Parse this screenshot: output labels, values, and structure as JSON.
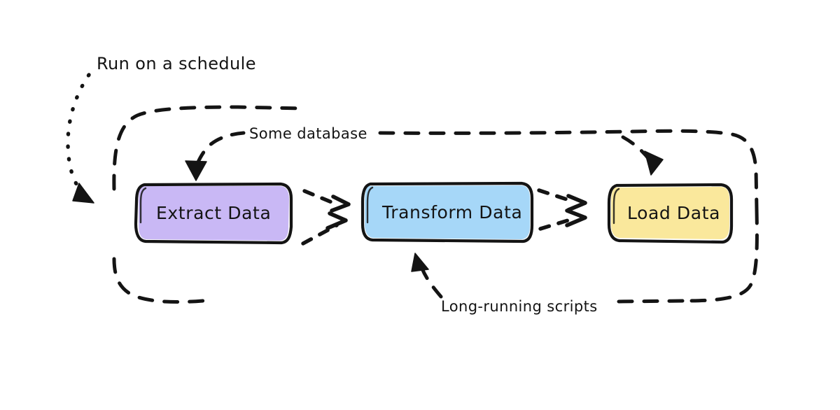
{
  "diagram": {
    "title": "ETL pipeline hand-drawn diagram",
    "style": "hand-drawn sketch",
    "background_color": "#ffffff",
    "ink_color": "#141414"
  },
  "nodes": [
    {
      "id": "extract",
      "label": "Extract Data",
      "fill_color": "#C9B8F5",
      "border_color": "#141414"
    },
    {
      "id": "transform",
      "label": "Transform Data",
      "fill_color": "#A6D7F8",
      "border_color": "#141414"
    },
    {
      "id": "load",
      "label": "Load Data",
      "fill_color": "#FAE89C",
      "border_color": "#141414"
    }
  ],
  "annotations": [
    {
      "id": "schedule",
      "label": "Run on a schedule",
      "line_style": "dotted",
      "arrow": "triangle"
    },
    {
      "id": "database",
      "label": "Some database",
      "line_style": "dashed",
      "arrow": "triangle"
    },
    {
      "id": "scripts",
      "label": "Long-running scripts",
      "line_style": "dashed",
      "arrow": "triangle"
    }
  ],
  "connectors": [
    {
      "id": "extract-to-transform",
      "from": "extract",
      "to": "transform",
      "style": "double-dashed-arrow"
    },
    {
      "id": "transform-to-load",
      "from": "transform",
      "to": "load",
      "style": "double-dashed-arrow"
    },
    {
      "id": "pipeline-loop",
      "style": "dashed-rounded-rectangle",
      "description": "dashed boundary enclosing all three stages"
    }
  ]
}
